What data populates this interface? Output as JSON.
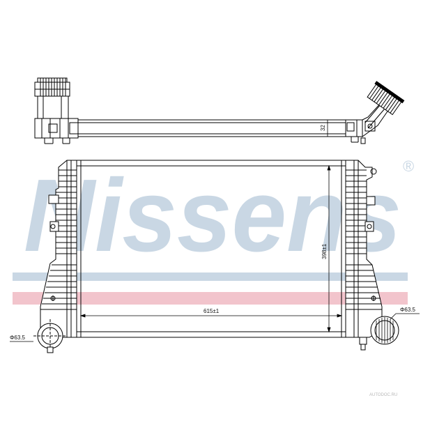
{
  "watermark": {
    "brand": "Nissens",
    "registered_mark": "®",
    "brand_color": "#c9d7e4",
    "stripe_blue": "#c9d7e4",
    "stripe_red": "#f2c4cc",
    "footer_text": "AUTODOC.RU"
  },
  "dimensions": {
    "core_width": "615±1",
    "core_height": "398±1",
    "bracket_height": "32",
    "inlet_diameter": "Φ63.5",
    "outlet_diameter": "Φ63.5"
  },
  "line_color": "#000000"
}
